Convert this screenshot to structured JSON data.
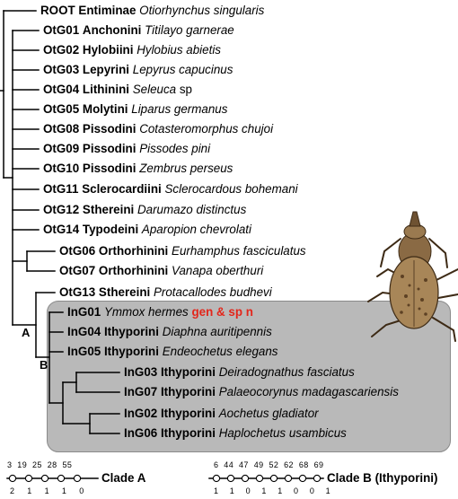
{
  "taxa": [
    {
      "code": "ROOT",
      "tribe": "Entiminae",
      "species": "Otiorhynchus singularis"
    },
    {
      "code": "OtG01",
      "tribe": "Anchonini",
      "species": "Titilayo garnerae"
    },
    {
      "code": "OtG02",
      "tribe": "Hylobiini",
      "species": "Hylobius abietis"
    },
    {
      "code": "OtG03",
      "tribe": "Lepyrini",
      "species": "Lepyrus capucinus"
    },
    {
      "code": "OtG04",
      "tribe": "Lithinini",
      "species": "Seleuca",
      "extra": "sp"
    },
    {
      "code": "OtG05",
      "tribe": "Molytini",
      "species": "Liparus germanus"
    },
    {
      "code": "OtG08",
      "tribe": "Pissodini",
      "species": "Cotasteromorphus chujoi"
    },
    {
      "code": "OtG09",
      "tribe": "Pissodini",
      "species": "Pissodes pini"
    },
    {
      "code": "OtG10",
      "tribe": "Pissodini",
      "species": "Zembrus perseus"
    },
    {
      "code": "OtG11",
      "tribe": "Sclerocardiini",
      "species": "Sclerocardous bohemani"
    },
    {
      "code": "OtG12",
      "tribe": "Sthereini",
      "species": "Darumazo distinctus"
    },
    {
      "code": "OtG14",
      "tribe": "Typodeini",
      "species": "Aparopion chevrolati"
    },
    {
      "code": "OtG06",
      "tribe": "Orthorhinini",
      "species": "Eurhamphus fasciculatus"
    },
    {
      "code": "OtG07",
      "tribe": "Orthorhinini",
      "species": "Vanapa oberthuri"
    },
    {
      "code": "OtG13",
      "tribe": "Sthereini",
      "species": "Protacallodes budhevi"
    },
    {
      "code": "InG01",
      "tribe": "",
      "species": "Ymmox hermes",
      "highlight": "gen & sp n"
    },
    {
      "code": "InG04",
      "tribe": "Ithyporini",
      "species": "Diaphna auritipennis"
    },
    {
      "code": "InG05",
      "tribe": "Ithyporini",
      "species": "Endeochetus elegans"
    },
    {
      "code": "InG03",
      "tribe": "Ithyporini",
      "species": "Deiradognathus fasciatus"
    },
    {
      "code": "InG07",
      "tribe": "Ithyporini",
      "species": "Palaeocorynus madagascariensis"
    },
    {
      "code": "InG02",
      "tribe": "Ithyporini",
      "species": "Aochetus gladiator"
    },
    {
      "code": "InG06",
      "tribe": "Ithyporini",
      "species": "Haplochetus usambicus"
    }
  ],
  "nodes": {
    "a": "A",
    "b": "B"
  },
  "clade_a": {
    "name": "Clade A",
    "characters": "3 19 25 28 55",
    "states": "2 1 1 1 0"
  },
  "clade_b": {
    "name": "Clade B (Ithyporini)",
    "characters": "6 44 47 49 52 62 68 69",
    "states": "1 1 0 1 1 0 0 1"
  },
  "colors": {
    "highlight": "#e3261b",
    "clade_box": "#b9b9b9"
  },
  "picture": "weevil-icon"
}
